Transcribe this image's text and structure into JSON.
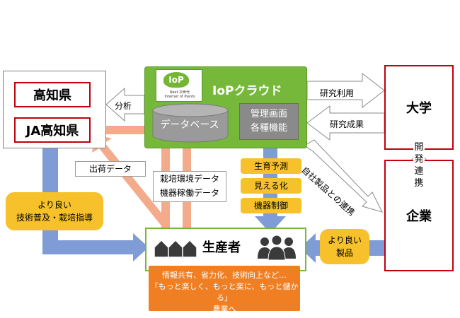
{
  "cloud": {
    "title": "IoPクラウド",
    "logo_mark": "IoP",
    "logo_sub_1": "Next 次世代",
    "logo_sub_2": "Internet of Plants",
    "database": "データベース",
    "management_line1": "管理画面",
    "management_line2": "各種機能"
  },
  "left": {
    "kochi_pref": "高知県",
    "ja_kochi": "JA高知県",
    "analysis": "分析",
    "shipping_data": "出荷データ",
    "better_guidance_line1": "より良い",
    "better_guidance_line2": "技術普及・栽培指導"
  },
  "center": {
    "cultivation_data_line1": "栽培環境データ",
    "cultivation_data_line2": "機器稼働データ",
    "functions": [
      "生育予測",
      "見える化",
      "機器制御"
    ],
    "producers": "生産者"
  },
  "right": {
    "university": "大学",
    "research_use": "研究利用",
    "research_results": "研究成果",
    "joint_development": "開発連携",
    "company_link": "自社製品との連携",
    "company": "企業",
    "better_products_line1": "より良い",
    "better_products_line2": "製品"
  },
  "bottom": {
    "line1": "情報共有、省力化、技術向上など…",
    "line2": "「もっと楽しく、もっと楽に、もっと儲かる」",
    "line3": "農業へ"
  },
  "colors": {
    "cloud_green": "#76b83a",
    "pref_red": "#c0000c",
    "arrow_blue": "#7f9cd6",
    "arrow_salmon": "#f3ab8c",
    "pill_yellow": "#f6c12a",
    "banner_orange": "#ef7f22"
  }
}
